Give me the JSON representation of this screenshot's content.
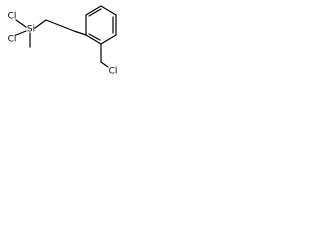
{
  "molecule": {
    "atoms": {
      "cl_top": "Cl",
      "cl_left": "Cl",
      "si": "Si",
      "cl_benzyl": "Cl"
    }
  },
  "colors": {
    "background": "#ffffff",
    "ink": "#000000"
  }
}
